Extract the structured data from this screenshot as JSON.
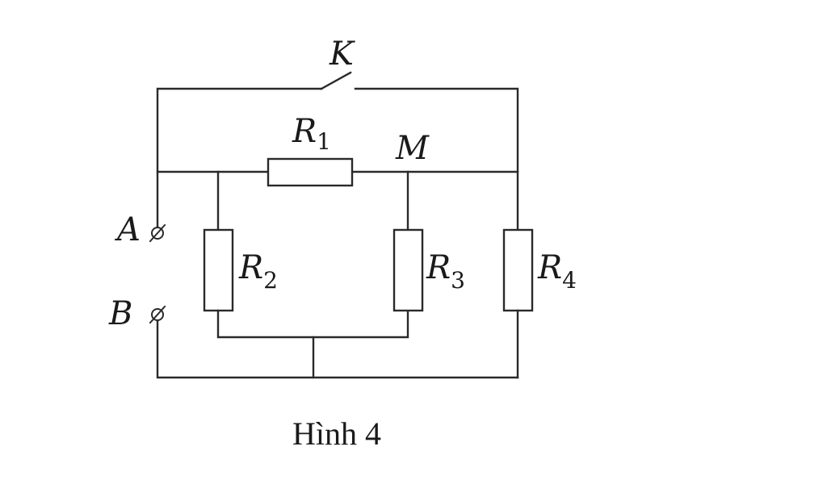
{
  "diagram": {
    "switch_label": "K",
    "node_label": "M",
    "terminal_a": "A",
    "terminal_b": "B",
    "resistors": [
      {
        "letter": "R",
        "index": "1"
      },
      {
        "letter": "R",
        "index": "2"
      },
      {
        "letter": "R",
        "index": "3"
      },
      {
        "letter": "R",
        "index": "4"
      }
    ],
    "caption": "Hình 4"
  }
}
